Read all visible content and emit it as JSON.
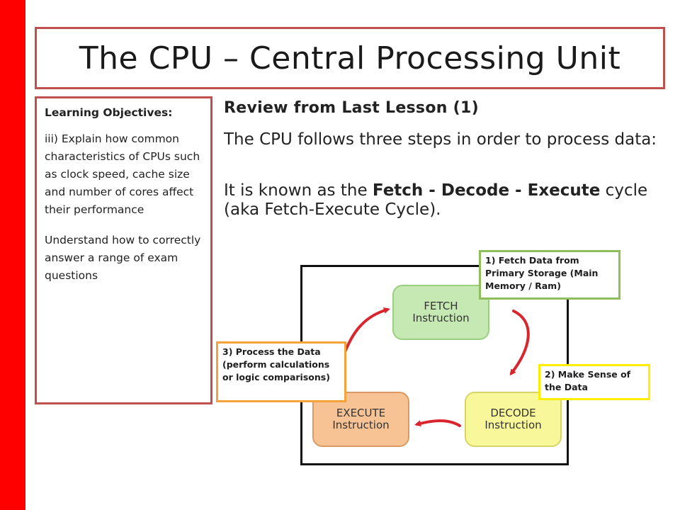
{
  "slide": {
    "title": "The CPU – Central Processing Unit"
  },
  "objectives": {
    "heading": "Learning Objectives:",
    "items": [
      "iii) Explain how common characteristics of CPUs such as clock speed, cache size and number of cores affect their performance",
      "Understand how to correctly answer a range of exam questions"
    ]
  },
  "review": {
    "title": "Review from Last Lesson (1)",
    "para1": "The CPU follows three steps in order to process data:",
    "para2_prefix": "It is known as the ",
    "para2_bold": "Fetch - Decode - Execute",
    "para2_suffix": " cycle (aka Fetch-Execute Cycle)."
  },
  "diagram": {
    "stages": [
      {
        "line1": "FETCH",
        "line2": "Instruction"
      },
      {
        "line1": "DECODE",
        "line2": "Instruction"
      },
      {
        "line1": "EXECUTE",
        "line2": "Instruction"
      }
    ],
    "callouts": [
      "1) Fetch Data from Primary Storage (Main Memory / Ram)",
      "2) Make Sense of the Data",
      "3) Process the Data (perform calculations or logic comparisons)"
    ]
  },
  "colors": {
    "accent_bar": "#ff0000",
    "box_border": "#c0504d",
    "arrow": "#d9262e",
    "fetch_fill": "#c6e9b4",
    "decode_fill": "#f8f79a",
    "execute_fill": "#f7c394",
    "callout1_border": "#8fbf5a",
    "callout2_border": "#ffee00",
    "callout3_border": "#f6a23c"
  }
}
